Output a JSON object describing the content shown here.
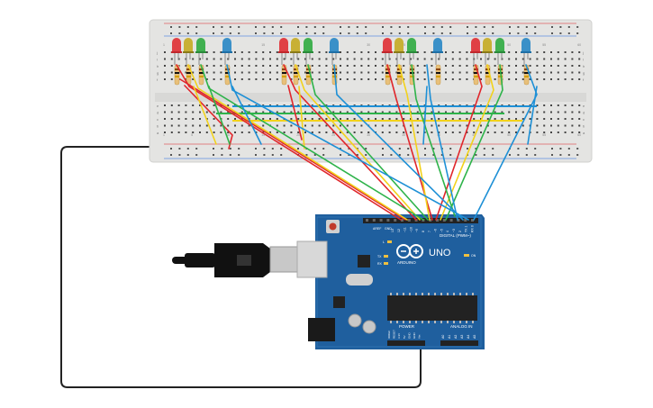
{
  "arduino": {
    "brand_text": "ARDUINO",
    "model_text": "UNO",
    "digital_header_label": "DIGITAL (PWM~)",
    "power_label": "POWER",
    "analog_label": "ANALOG IN",
    "on_label": "ON",
    "tx_label": "TX",
    "rx_label": "RX",
    "l_label": "L",
    "aref_label": "AREF",
    "gnd_label": "GND",
    "digital_pins": [
      "13",
      "12",
      "~11",
      "~10",
      "~9",
      "8",
      "7",
      "~6",
      "~5",
      "4",
      "~3",
      "2",
      "TX 1",
      "RX 0"
    ],
    "power_pins": [
      "IOREF",
      "RESET",
      "3.3V",
      "5V",
      "GND",
      "GND",
      "Vin"
    ],
    "analog_pins": [
      "A0",
      "A1",
      "A2",
      "A3",
      "A4",
      "A5"
    ]
  },
  "breadboard": {
    "row_letters_top": [
      "j",
      "i",
      "h",
      "g",
      "f"
    ],
    "row_letters_bottom": [
      "e",
      "d",
      "c",
      "b",
      "a"
    ],
    "column_labels": [
      "1",
      "5",
      "10",
      "15",
      "20",
      "25",
      "30",
      "35",
      "40",
      "45",
      "50",
      "55",
      "60"
    ]
  },
  "led_groups": [
    {
      "colors": [
        "red",
        "yellow",
        "green",
        "blue"
      ]
    },
    {
      "colors": [
        "red",
        "yellow",
        "green",
        "blue"
      ]
    },
    {
      "colors": [
        "red",
        "yellow",
        "green",
        "blue"
      ]
    },
    {
      "colors": [
        "red",
        "yellow",
        "green",
        "blue"
      ]
    }
  ],
  "palette": {
    "board_blue": "#1f5f9e",
    "breadboard": "#e4e4e2",
    "wire_red": "#e0262b",
    "wire_yellow": "#f2d21b",
    "wire_green": "#2eb34a",
    "wire_blue": "#1e90d6",
    "wire_black": "#222222"
  }
}
